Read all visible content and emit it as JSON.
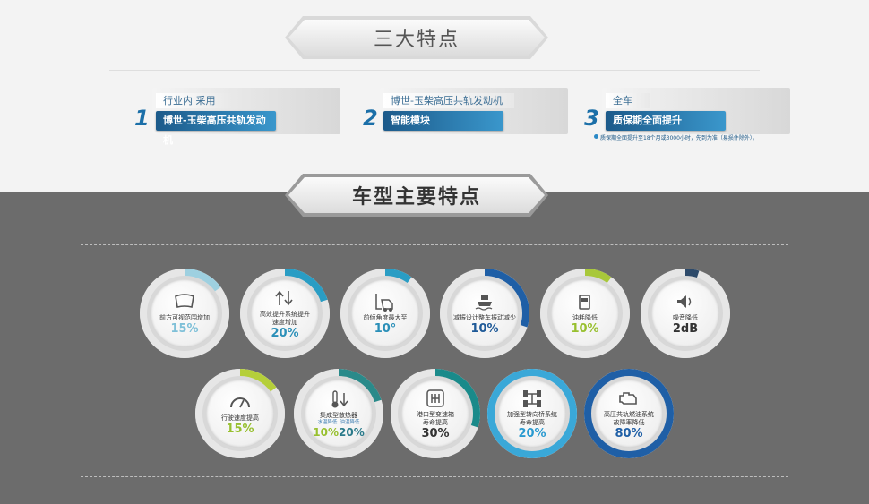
{
  "section1": {
    "title": "三大特点"
  },
  "section2": {
    "title": "车型主要特点"
  },
  "features": [
    {
      "num": "1",
      "line1": "行业内 采用",
      "line2": "博世-玉柴高压共轨发动机"
    },
    {
      "num": "2",
      "line1": "博世-玉柴高压共轨发动机标配",
      "line2": "智能模块"
    },
    {
      "num": "3",
      "line1": "全车",
      "line2": "质保期全面提升"
    }
  ],
  "footnote": "质保期全面提升至18个月或3000小时，先到为准（易损件除外）。",
  "circles": [
    {
      "label": "前方可视范围增加",
      "value": "15%",
      "icon": "windshield-icon",
      "ring": "#9ed0e0",
      "valColor": "#7fc0d8",
      "pct": 0.15
    },
    {
      "label": "高效提升系统提升",
      "label2": "速度增加",
      "value": "20%",
      "icon": "lift-arrows-icon",
      "ring": "#2a9dc4",
      "valColor": "#2a8fb8",
      "pct": 0.2
    },
    {
      "label": "前倾角度最大至",
      "value": "10°",
      "icon": "forklift-icon",
      "ring": "#2a9dc4",
      "valColor": "#2a8fb8",
      "pct": 0.1
    },
    {
      "label": "减振设计整车振动减少",
      "value": "10%",
      "icon": "vibration-icon",
      "ring": "#1f5fa6",
      "valColor": "#1f5a98",
      "pct": 0.3
    },
    {
      "label": "油耗降低",
      "value": "10%",
      "icon": "fuel-icon",
      "ring": "#a8c83a",
      "valColor": "#98c030",
      "pct": 0.1
    },
    {
      "label": "噪音降低",
      "value": "2dB",
      "icon": "speaker-icon",
      "ring": "#2d4a6a",
      "valColor": "#333333",
      "pct": 0.05
    },
    {
      "label": "行驶速度提高",
      "value": "15%",
      "icon": "speedometer-icon",
      "ring": "#b5cf3a",
      "valColor": "#98c030",
      "pct": 0.15
    },
    {
      "label": "集成型散热器",
      "sub1": "水温降低",
      "sub2": "油温降低",
      "value1": "10%",
      "value2": "20%",
      "icon": "thermometer-icon",
      "ring": "#2a8a8a",
      "valColor1": "#98c030",
      "valColor2": "#2a7a8a",
      "pct": 0.2
    },
    {
      "label": "港口型变速箱",
      "label2": "寿命提高",
      "value": "30%",
      "icon": "gearbox-icon",
      "ring": "#1a8a8a",
      "valColor": "#333333",
      "pct": 0.3
    },
    {
      "label": "加强型转向桥系统",
      "label2": "寿命提高",
      "value": "20%",
      "icon": "axle-icon",
      "ring": "#3aa8d8",
      "valColor": "#2a9ad0",
      "pct": 1.0
    },
    {
      "label": "高压共轨燃油系统",
      "label2": "故障率降低",
      "value": "80%",
      "icon": "engine-icon",
      "ring": "#1f5fa6",
      "valColor": "#1f5fa6",
      "pct": 1.0
    }
  ]
}
